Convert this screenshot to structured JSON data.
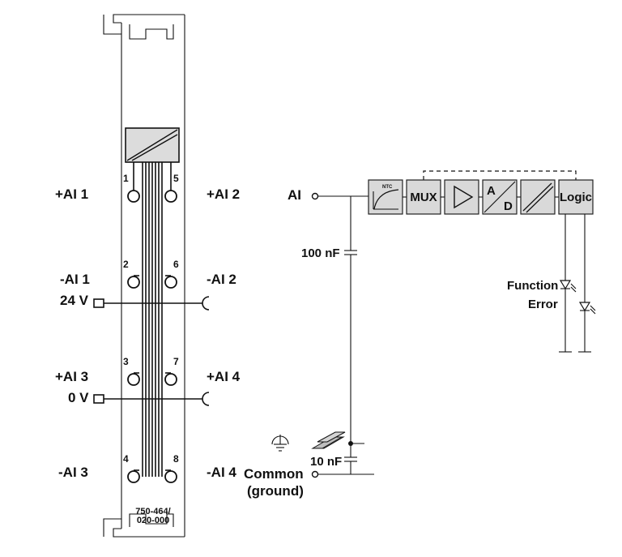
{
  "module": {
    "part_number_line1": "750-464/",
    "part_number_line2": "020-000"
  },
  "terminals": [
    {
      "number": "1",
      "label": "+AI 1"
    },
    {
      "number": "5",
      "label": "+AI 2"
    },
    {
      "number": "2",
      "label": "-AI 1"
    },
    {
      "number": "6",
      "label": "-AI 2"
    },
    {
      "number": "3",
      "label": "+AI 3"
    },
    {
      "number": "7",
      "label": "+AI 4"
    },
    {
      "number": "4",
      "label": "-AI 3"
    },
    {
      "number": "8",
      "label": "-AI 4"
    }
  ],
  "supply": {
    "v24": "24 V",
    "v0": "0 V"
  },
  "schematic": {
    "input_label": "AI",
    "cap_100": "100 nF",
    "cap_10": "10 nF",
    "common_line1": "Common",
    "common_line2": "(ground)",
    "ntc_label": "NTC",
    "mux_label": "MUX",
    "ad_top": "A",
    "ad_bottom": "D",
    "logic_label": "Logic",
    "led_function": "Function",
    "led_error": "Error"
  },
  "colors": {
    "block_fill": "#d9d9d9",
    "line": "#111111",
    "background": "#ffffff"
  },
  "icons": [
    "ground-icon",
    "led-icon",
    "amplifier-icon",
    "ntc-curve-icon",
    "dc-converter-icon"
  ]
}
